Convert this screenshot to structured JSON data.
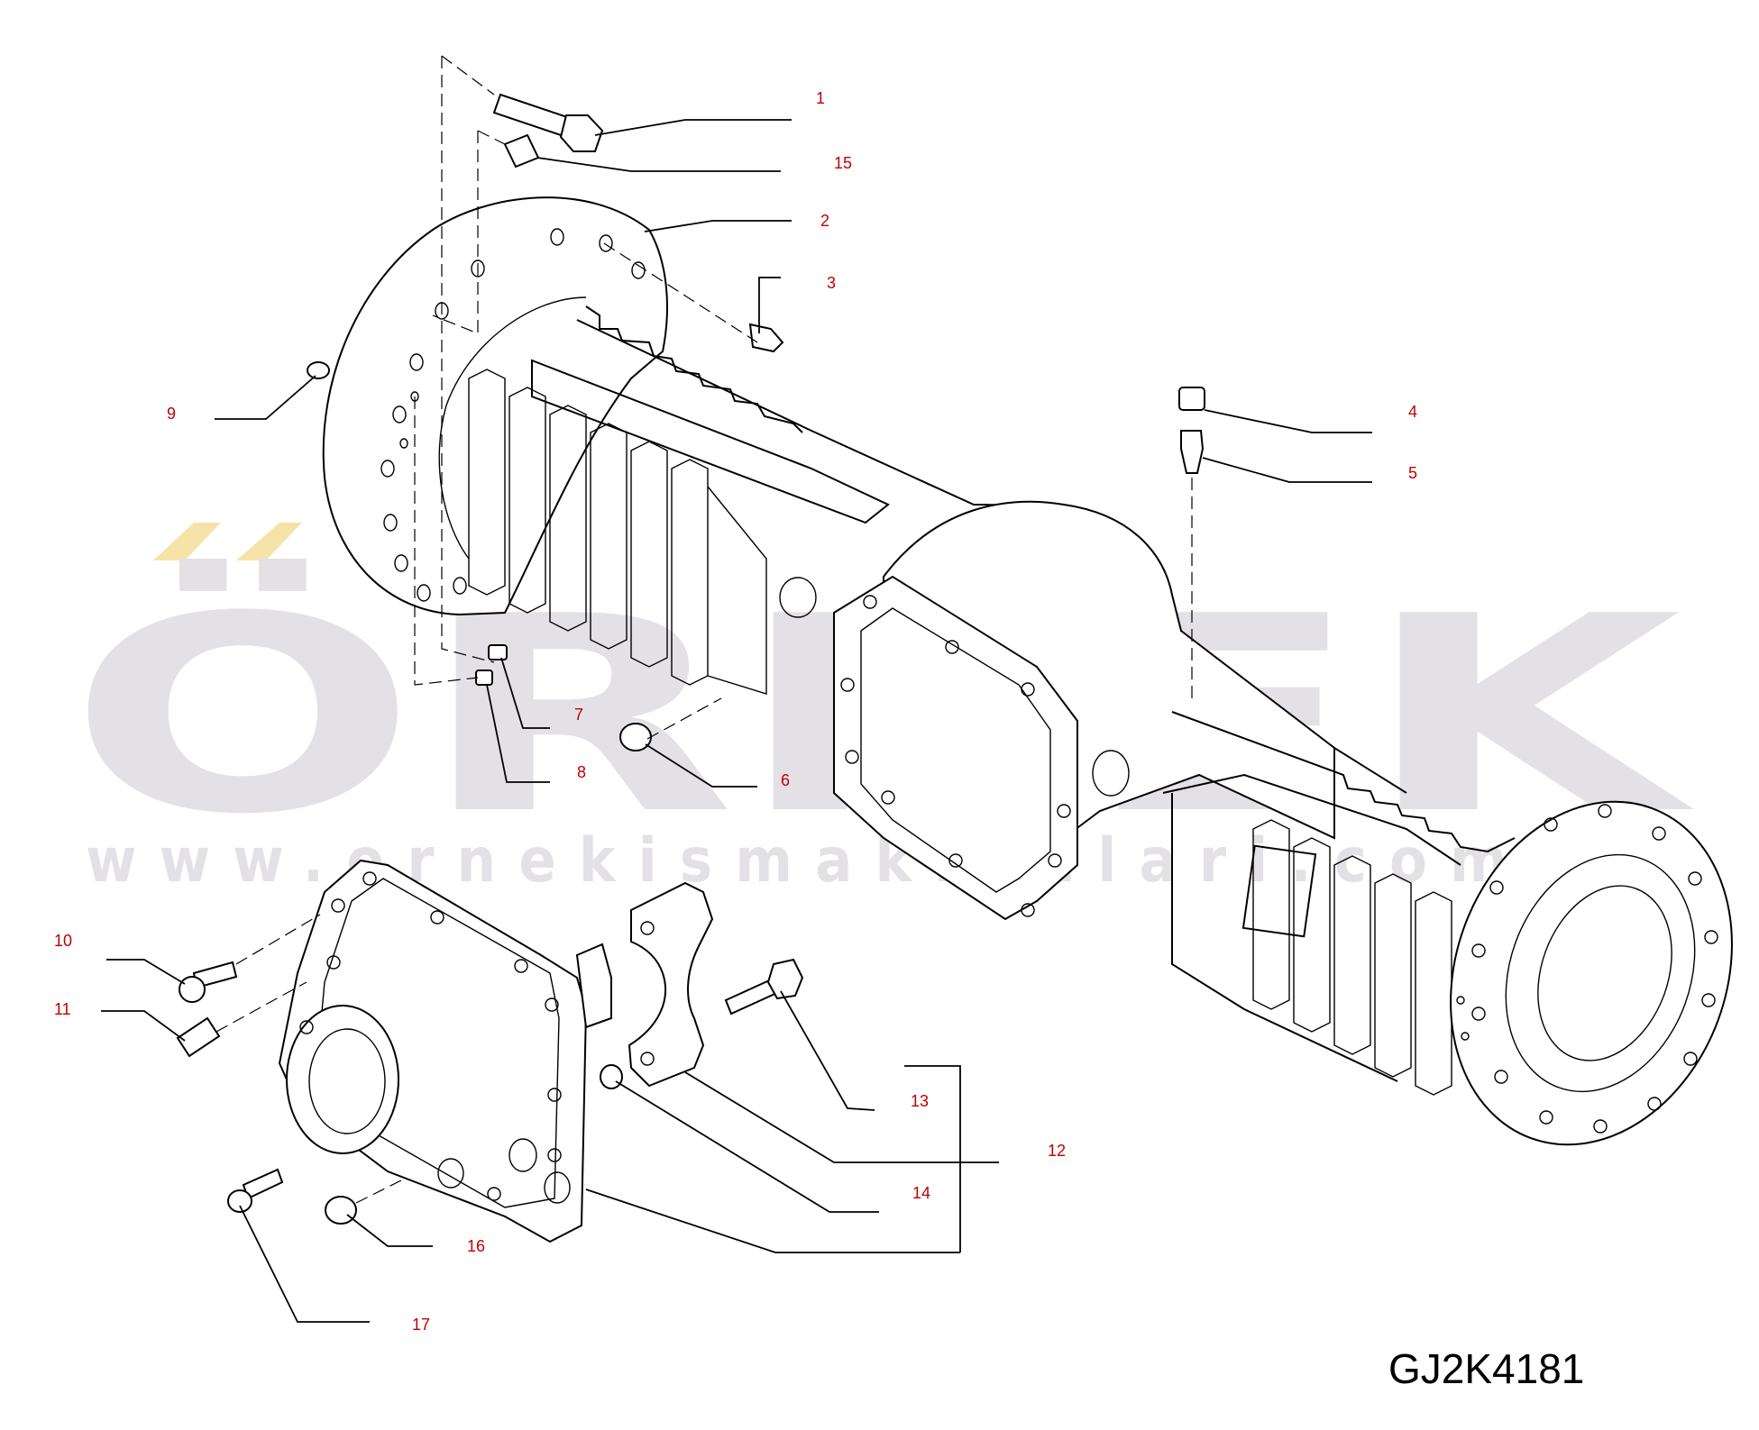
{
  "drawing_code": "GJ2K4181",
  "watermark": {
    "logo_text": "ÖRNEK",
    "url": "www.ornekismakinalari.com.tr",
    "color": "#e3e1e6",
    "accent_color": "#f6e3a8"
  },
  "callouts": {
    "c1": "1",
    "c2": "2",
    "c3": "3",
    "c4": "4",
    "c5": "5",
    "c6": "6",
    "c7": "7",
    "c8": "8",
    "c9": "9",
    "c10": "10",
    "c11": "11",
    "c12": "12",
    "c13": "13",
    "c14": "14",
    "c15": "15",
    "c16": "16",
    "c17": "17"
  },
  "colors": {
    "callout": "#c00000",
    "line": "#000000"
  }
}
